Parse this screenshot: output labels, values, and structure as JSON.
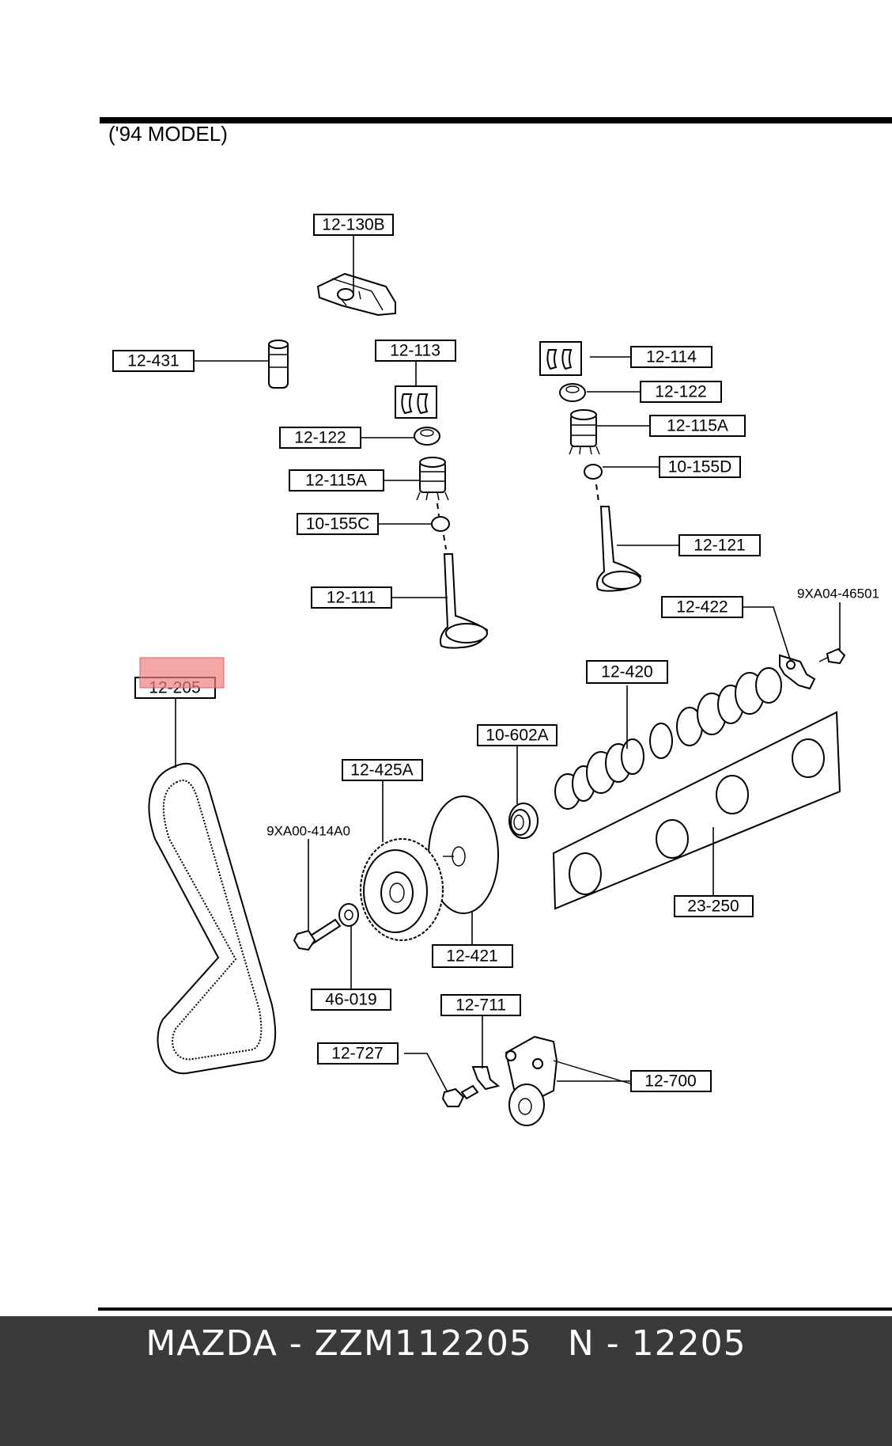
{
  "header": {
    "model_note": "('94 MODEL)"
  },
  "labels": {
    "p12_130B": "12-130B",
    "p12_431": "12-431",
    "p12_113": "12-113",
    "p12_114": "12-114",
    "p12_122_left": "12-122",
    "p12_122_right": "12-122",
    "p12_115A_left": "12-115A",
    "p12_115A_right": "12-115A",
    "p10_155C": "10-155C",
    "p10_155D": "10-155D",
    "p12_111": "12-111",
    "p12_121": "12-121",
    "p12_422": "12-422",
    "p9XA04_46501": "9XA04-46501",
    "p12_205": "12-205",
    "p12_420": "12-420",
    "p10_602A": "10-602A",
    "p12_425A": "12-425A",
    "p9XA00_414A0": "9XA00-414A0",
    "p23_250": "23-250",
    "p12_421": "12-421",
    "p46_019": "46-019",
    "p12_711": "12-711",
    "p12_727": "12-727",
    "p12_700": "12-700"
  },
  "highlight": {
    "part": "12-205",
    "color": "#f08080"
  },
  "footer": {
    "text": "MAZDA - ZZM112205   N - 12205",
    "background": "#3a3a3a",
    "color": "#ffffff"
  }
}
